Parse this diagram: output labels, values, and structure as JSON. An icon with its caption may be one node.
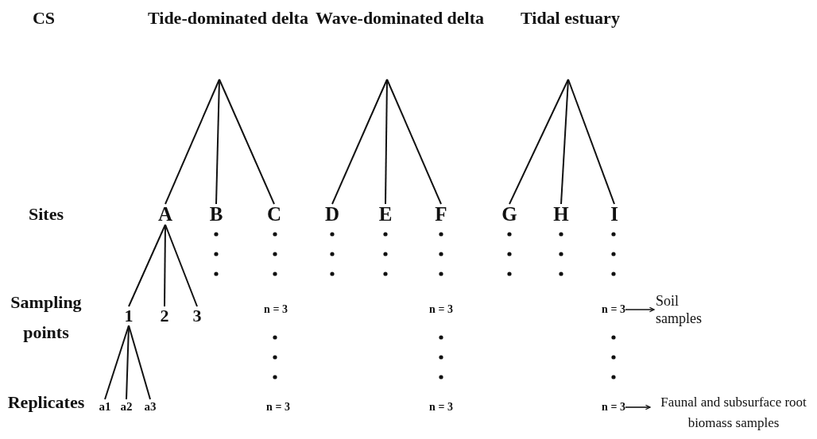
{
  "diagram": {
    "nodes": [
      {
        "text": [
          "Tide-dominated delta"
        ]
      },
      {
        "text": [
          "Wave-dominated delta"
        ]
      },
      {
        "text": [
          "Tidal estuary"
        ]
      },
      {
        "text": [
          "A"
        ]
      },
      {
        "text": [
          "B"
        ]
      },
      {
        "text": [
          "C"
        ]
      },
      {
        "text": [
          "D"
        ]
      },
      {
        "text": [
          "E"
        ]
      },
      {
        "text": [
          "F"
        ]
      },
      {
        "text": [
          "G"
        ]
      },
      {
        "text": [
          "H"
        ]
      },
      {
        "text": [
          "I"
        ]
      },
      {
        "text": [
          "1"
        ]
      },
      {
        "text": [
          "2"
        ]
      },
      {
        "text": [
          "3"
        ]
      },
      {
        "text": [
          "a1"
        ]
      },
      {
        "text": [
          "a2"
        ]
      },
      {
        "text": [
          "a3"
        ]
      },
      {
        "text": [
          "n = 3"
        ]
      },
      {
        "text": [
          "n = 3"
        ]
      },
      {
        "text": [
          "n = 3"
        ]
      },
      {
        "text": [
          "Soil samples"
        ]
      },
      {
        "text": [
          "n = 3"
        ]
      },
      {
        "text": [
          "n = 3"
        ]
      },
      {
        "text": [
          "n = 3"
        ]
      },
      {
        "text": [
          "Faunal and subsurface root biomass samples"
        ]
      }
    ],
    "edges": [
      {
        "from": 0,
        "to": 3,
        "arrow": "none"
      },
      {
        "from": 0,
        "to": 4,
        "arrow": "none"
      },
      {
        "from": 0,
        "to": 5,
        "arrow": "none"
      },
      {
        "from": 1,
        "to": 6,
        "arrow": "none"
      },
      {
        "from": 1,
        "to": 7,
        "arrow": "none"
      },
      {
        "from": 1,
        "to": 8,
        "arrow": "none"
      },
      {
        "from": 2,
        "to": 9,
        "arrow": "none"
      },
      {
        "from": 2,
        "to": 10,
        "arrow": "none"
      },
      {
        "from": 2,
        "to": 11,
        "arrow": "none"
      },
      {
        "from": 3,
        "to": 12,
        "arrow": "none"
      },
      {
        "from": 3,
        "to": 13,
        "arrow": "none"
      },
      {
        "from": 3,
        "to": 14,
        "arrow": "none"
      },
      {
        "from": 12,
        "to": 15,
        "arrow": "none"
      },
      {
        "from": 12,
        "to": 16,
        "arrow": "none"
      },
      {
        "from": 12,
        "to": 17,
        "arrow": "none"
      },
      {
        "from": 20,
        "to": 21,
        "arrow": "to"
      },
      {
        "from": 24,
        "to": 25,
        "arrow": "to"
      }
    ],
    "labels": [
      "CS",
      "Sites",
      "Sampling points",
      "Replicates"
    ]
  }
}
